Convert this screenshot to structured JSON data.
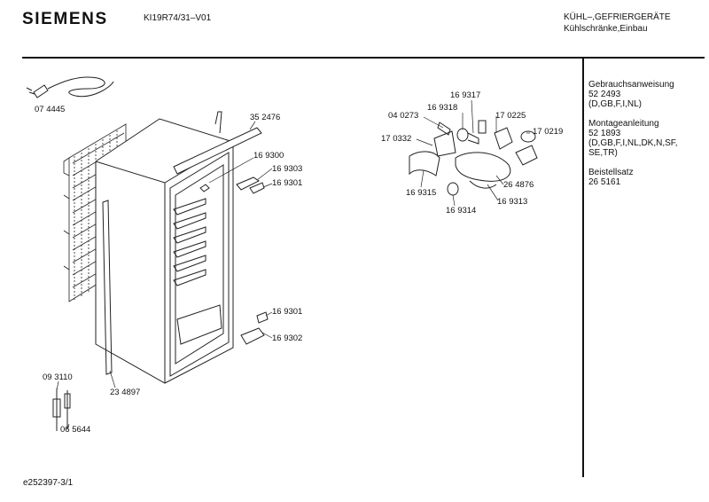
{
  "header": {
    "brand": "SIEMENS",
    "model": "KI19R74/31–V01",
    "category": "KÜHL–,GEFRIERGERÄTE",
    "subcategory": "Kühlschränke,Einbau"
  },
  "sidebar": {
    "manual_title": "Gebrauchsanweisung",
    "manual_number": "52 2493",
    "manual_langs": "(D,GB,F,I,NL)",
    "install_title": "Montageanleitung",
    "install_number": "52 1893",
    "install_langs_1": "(D,GB,F,I,NL,DK,N,SF,",
    "install_langs_2": "SE,TR)",
    "kit_title": "Beistellsatz",
    "kit_number": "26 5161"
  },
  "parts": {
    "p074445": "07 4445",
    "p352476": "35 2476",
    "p169300": "16 9300",
    "p169303": "16 9303",
    "p169301a": "16 9301",
    "p169301b": "16 9301",
    "p169302": "16 9302",
    "p234897": "23 4897",
    "p093110": "09 3110",
    "p065644": "06 5644",
    "p040273": "04 0273",
    "p169318": "16 9318",
    "p169317": "16 9317",
    "p170225": "17 0225",
    "p170219": "17 0219",
    "p170332": "17 0332",
    "p169315": "16 9315",
    "p169314": "16 9314",
    "p169313": "16 9313",
    "p264876": "26 4876"
  },
  "footer": {
    "doc_id": "e252397-3/1"
  }
}
